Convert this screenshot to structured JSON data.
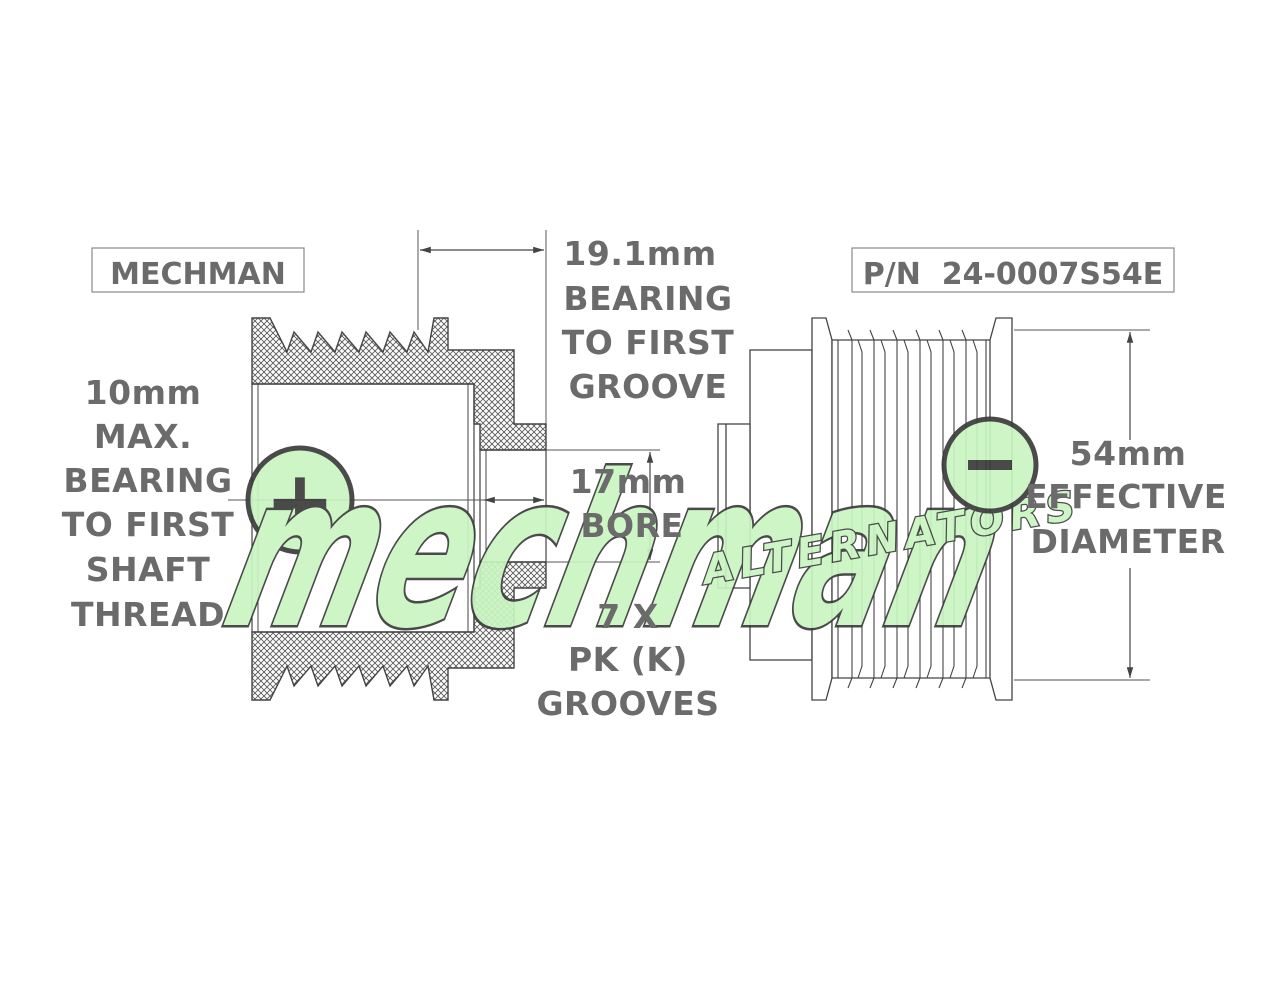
{
  "labels": {
    "brand_box": "MECHMAN",
    "part_number": "P/N  24-0007S54E",
    "bearing_groove": [
      "19.1mm",
      "BEARING",
      "TO FIRST",
      "GROOVE"
    ],
    "shaft_thread": [
      "10mm",
      "MAX.",
      "BEARING",
      "TO FIRST",
      "SHAFT",
      "THREAD"
    ],
    "bore": [
      "17mm",
      "BORE"
    ],
    "grooves": [
      "7 X",
      "PK (K)",
      "GROOVES"
    ],
    "diameter": [
      "54mm",
      "EFFECTIVE",
      "DIAMETER"
    ]
  },
  "watermark": {
    "main": "mechman",
    "sub": "ALTERNATORS",
    "plus": "+",
    "minus": "−"
  },
  "colors": {
    "text": "#6b6b6b",
    "line": "#444444",
    "hatch": "#5a5a5a",
    "watermark_fill": "#c9f5c2",
    "watermark_stroke": "#3b3b3b"
  }
}
